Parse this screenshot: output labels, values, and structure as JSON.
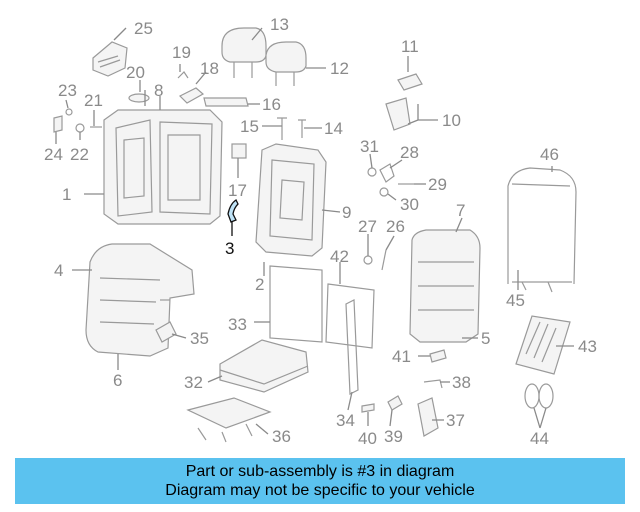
{
  "callouts": [
    "1",
    "2",
    "3",
    "4",
    "5",
    "6",
    "7",
    "8",
    "9",
    "10",
    "11",
    "12",
    "13",
    "14",
    "15",
    "16",
    "17",
    "18",
    "19",
    "20",
    "21",
    "22",
    "23",
    "24",
    "25",
    "26",
    "27",
    "28",
    "29",
    "30",
    "31",
    "32",
    "33",
    "34",
    "35",
    "36",
    "37",
    "38",
    "39",
    "40",
    "41",
    "42",
    "43",
    "44",
    "45",
    "46"
  ],
  "highlighted_callout": "3",
  "banner": {
    "line1": "Part or sub-assembly is #3 in diagram",
    "line2": "Diagram may not be specific to your vehicle"
  },
  "colors": {
    "banner_bg": "#5bc2ef",
    "part_lines": "#9a9a9a",
    "highlight": "#111111"
  }
}
